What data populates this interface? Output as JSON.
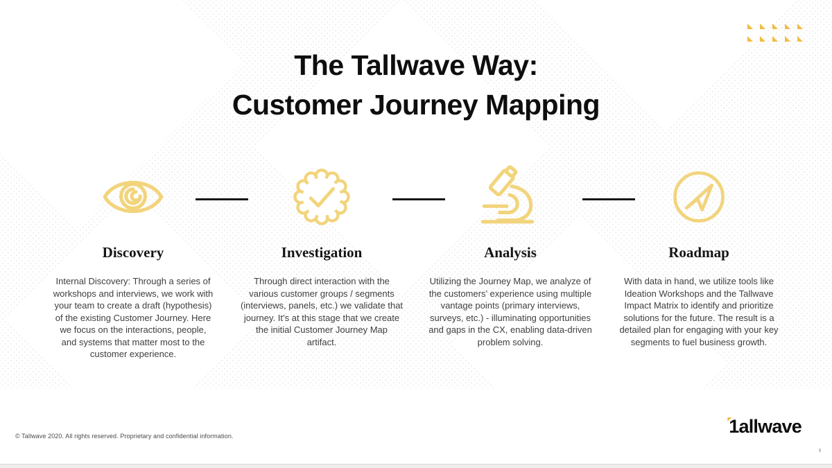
{
  "slide": {
    "title_line1": "The Tallwave Way:",
    "title_line2": "Customer Journey Mapping"
  },
  "stages": [
    {
      "name": "Discovery",
      "icon": "eye-icon",
      "description": "Internal Discovery: Through a series of workshops and interviews, we work with your team to create a draft (hypothesis) of the existing Customer Journey. Here we focus on the interactions, people, and systems that matter most to the customer experience."
    },
    {
      "name": "Investigation",
      "icon": "badge-check-icon",
      "description": "Through direct interaction with the various customer groups / segments (interviews, panels, etc.) we validate that journey. It’s at this stage that we create the initial Customer Journey Map artifact."
    },
    {
      "name": "Analysis",
      "icon": "microscope-icon",
      "description": "Utilizing the Journey Map, we analyze of the customers’ experience using multiple vantage points (primary interviews, surveys, etc.) - illuminating opportunities and gaps in the CX, enabling data-driven problem solving."
    },
    {
      "name": "Roadmap",
      "icon": "send-arrow-icon",
      "description": "With data in hand, we utilize tools like Ideation Workshops and the Tallwave Impact Matrix to identify and prioritize solutions for the future. The result is a detailed plan for engaging with your key segments to fuel business growth."
    }
  ],
  "footer": {
    "copyright": "© Tallwave 2020. All rights reserved. Proprietary and confidential information.",
    "logo_mark": "1",
    "logo_rest": "allwave"
  },
  "colors": {
    "accent_gold": "#F2D47C",
    "deco_gold": "#F2BC42",
    "title_ink": "#0E0E0E",
    "body_ink": "#3E3E3E"
  }
}
